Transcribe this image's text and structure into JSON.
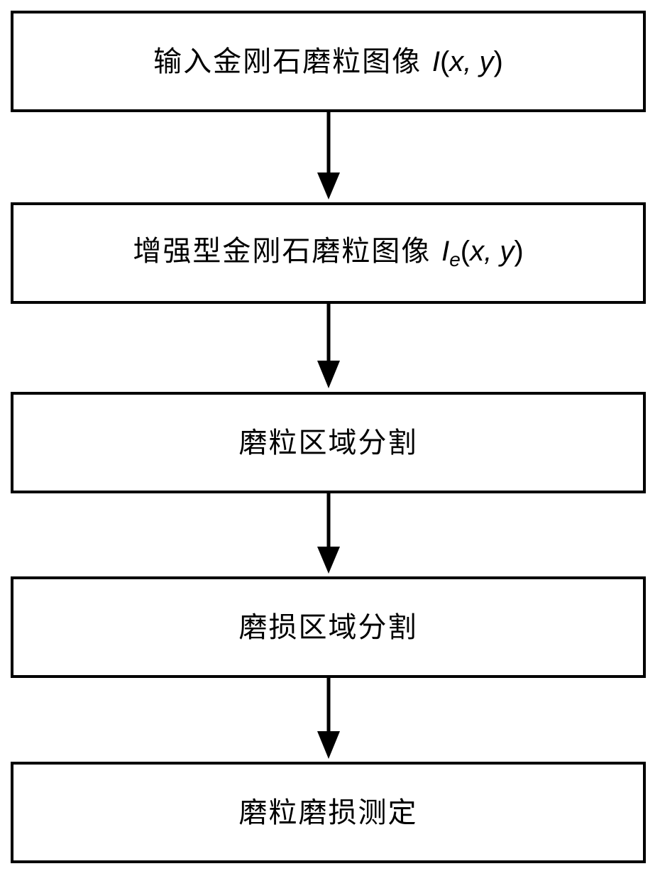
{
  "steps": [
    {
      "text": "输入金刚石磨粒图像 ",
      "math_var": "I",
      "math_sub": "",
      "paren_open": "(",
      "math_args": "x, y",
      "paren_close": ")"
    },
    {
      "text": "增强型金刚石磨粒图像 ",
      "math_var": "I",
      "math_sub": "e",
      "paren_open": "(",
      "math_args": "x, y",
      "paren_close": ")"
    },
    {
      "text": "磨粒区域分割"
    },
    {
      "text": "磨损区域分割"
    },
    {
      "text": "磨粒磨损测定"
    }
  ]
}
